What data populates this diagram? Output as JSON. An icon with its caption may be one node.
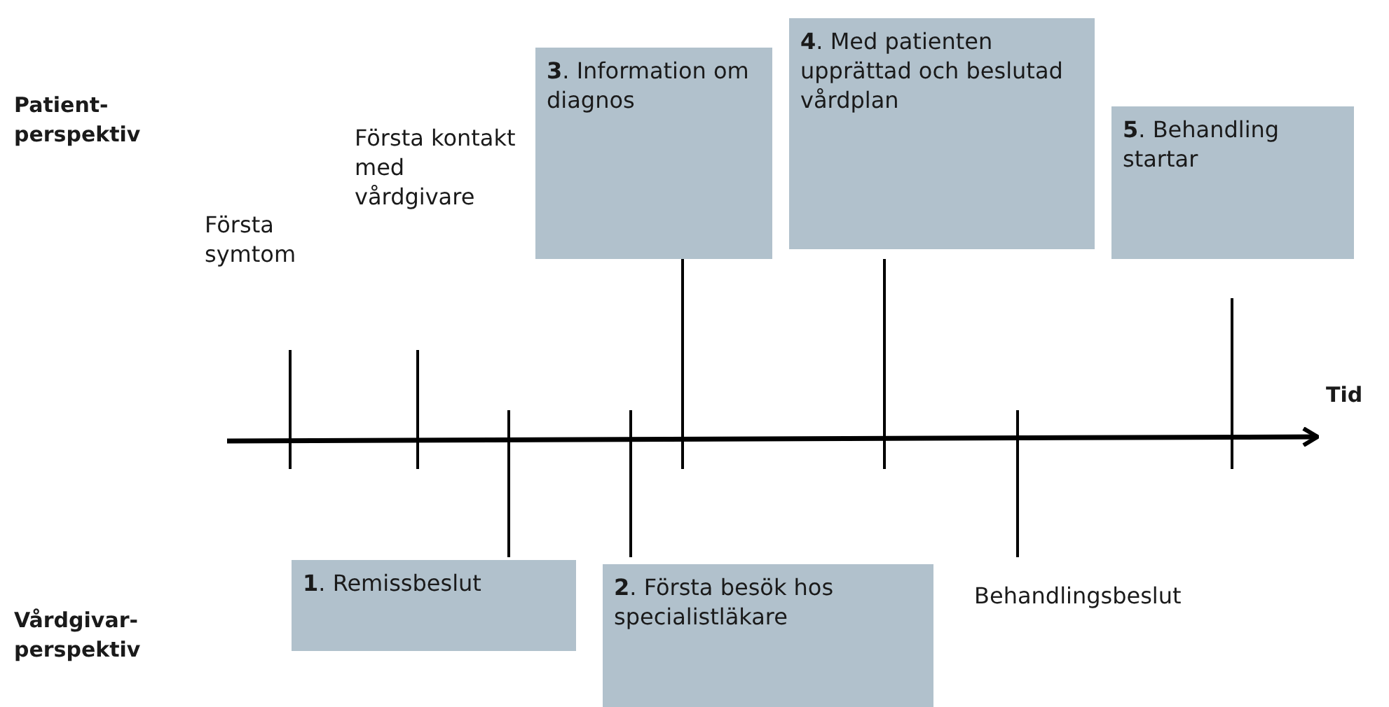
{
  "diagram": {
    "nodes": [
      {
        "text": [
          "**3**. Information om diagnos"
        ]
      },
      {
        "text": [
          "**4**. Med patienten upprättad och beslutad vårdplan"
        ]
      },
      {
        "text": [
          "**5**. Behandling startar"
        ]
      },
      {
        "text": [
          "**1**. Remissbeslut"
        ]
      },
      {
        "text": [
          "**2**. Första besök hos specialistläkare"
        ]
      }
    ],
    "labels": [
      "Patient- perspektiv",
      "Första kontakt med vårdgivare",
      "Första symtom",
      "Tid",
      "Behandlingsbeslut",
      "Vårdgivar- perspektiv"
    ]
  }
}
